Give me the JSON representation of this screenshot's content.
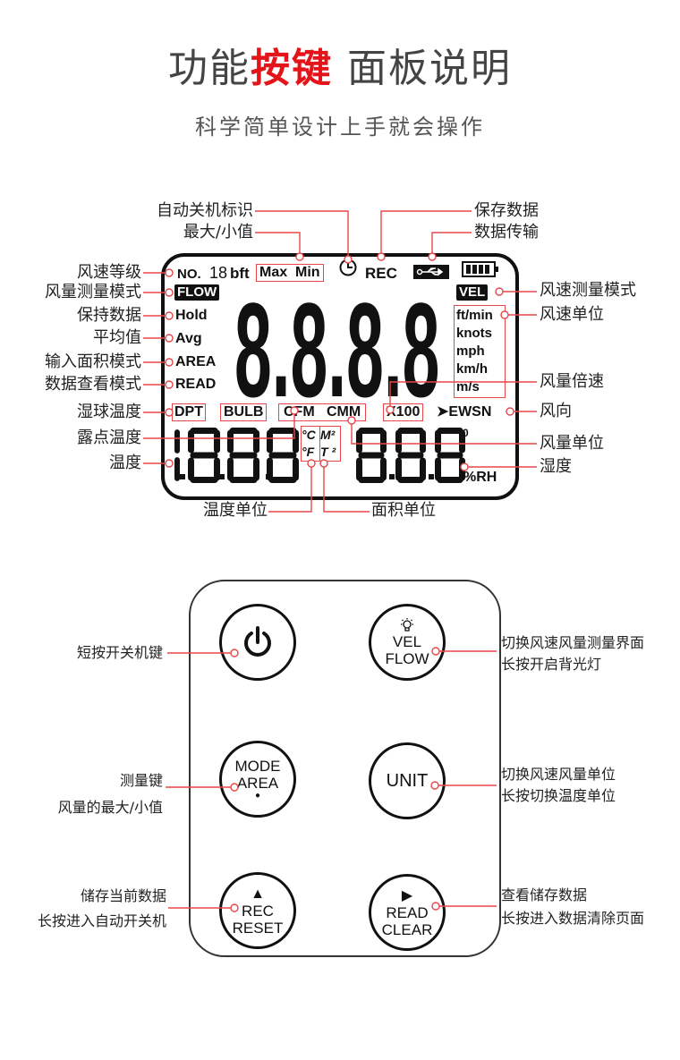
{
  "header": {
    "title_part1": "功能",
    "title_highlight": "按键",
    "title_part2": " 面板说明",
    "subtitle": "科学简单设计上手就会操作"
  },
  "lcd_callouts": {
    "auto_off": "自动关机标识",
    "max_min": "最大/小值",
    "save": "保存数据",
    "transfer": "数据传输",
    "wind_level": "风速等级",
    "flow_mode": "风量测量模式",
    "hold": "保持数据",
    "avg": "平均值",
    "area_mode": "输入面积模式",
    "read_mode": "数据查看模式",
    "wet_bulb": "湿球温度",
    "dew_point": "露点温度",
    "temperature": "温度",
    "vel_mode": "风速测量模式",
    "vel_unit": "风速单位",
    "flow_multiplier": "风量倍速",
    "direction": "风向",
    "flow_unit": "风量单位",
    "humidity": "湿度",
    "temp_unit": "温度单位",
    "area_unit": "面积单位"
  },
  "lcd": {
    "no": "NO.",
    "no_digits": "18",
    "bft": "bft",
    "max": "Max",
    "min": "Min",
    "rec": "REC",
    "flow": "FLOW",
    "vel": "VEL",
    "hold": "Hold",
    "avg": "Avg",
    "area": "AREA",
    "read": "READ",
    "units": [
      "ft/min",
      "knots",
      "mph",
      "km/h",
      "m/s"
    ],
    "dpt": "DPT",
    "bulb": "BULB",
    "cfm": "CFM",
    "cmm": "CMM",
    "x100": "X100",
    "arrow": "➤",
    "ewsn": "EWSN",
    "deg_c": "°C",
    "deg_f": "°F",
    "m2": "M²",
    "ft2": "T ²",
    "f": "F",
    "superscript_zero": "0",
    "rh": "%RH",
    "main_digits": "8.8.8.8",
    "temp_digits": "1888",
    "humidity_digits": "888"
  },
  "keypad": {
    "vel_flow": [
      "VEL",
      "FLOW"
    ],
    "mode_area": [
      "MODE",
      "AREA"
    ],
    "unit": "UNIT",
    "rec_reset": [
      "REC",
      "RESET"
    ],
    "read_clear": [
      "READ",
      "CLEAR"
    ],
    "power_desc": "短按开关机键",
    "vel_desc": [
      "切换风速风量测量界面",
      "长按开启背光灯"
    ],
    "mode_desc": [
      "测量键",
      "风量的最大/小值"
    ],
    "unit_desc": [
      "切换风速风量单位",
      "长按切换温度单位"
    ],
    "rec_desc": [
      "储存当前数据",
      "长按进入自动开关机"
    ],
    "read_desc": [
      "查看储存数据",
      "长按进入数据清除页面"
    ]
  },
  "colors": {
    "accent": "#e4141b",
    "callout": "#e8474a"
  }
}
